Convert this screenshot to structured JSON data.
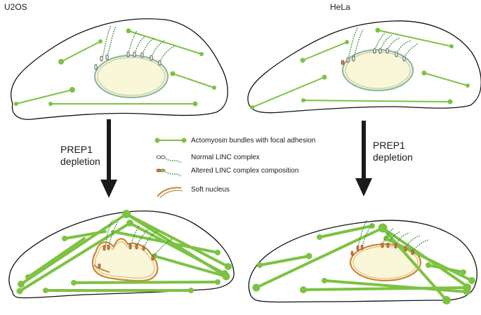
{
  "panels": {
    "top_left_title": "U2OS",
    "top_right_title": "HeLa"
  },
  "steps": {
    "left_line1": "PREP1",
    "left_line2": "depletion",
    "right_line1": "PREP1",
    "right_line2": "depletion"
  },
  "legend": {
    "item1": "Actomyosin bundles with focal adhesion",
    "item2": "Normal LINC complex",
    "item3": "Altered LINC complex composition",
    "item4": "Soft nucleus"
  },
  "colors": {
    "actin_green": "#7dc242",
    "nucleus_fill": "#faf7d9",
    "nuclear_envelope_normal": "#8fb99a",
    "nuclear_envelope_soft": "#c8893f",
    "altered_linc": "#e07a3a"
  }
}
